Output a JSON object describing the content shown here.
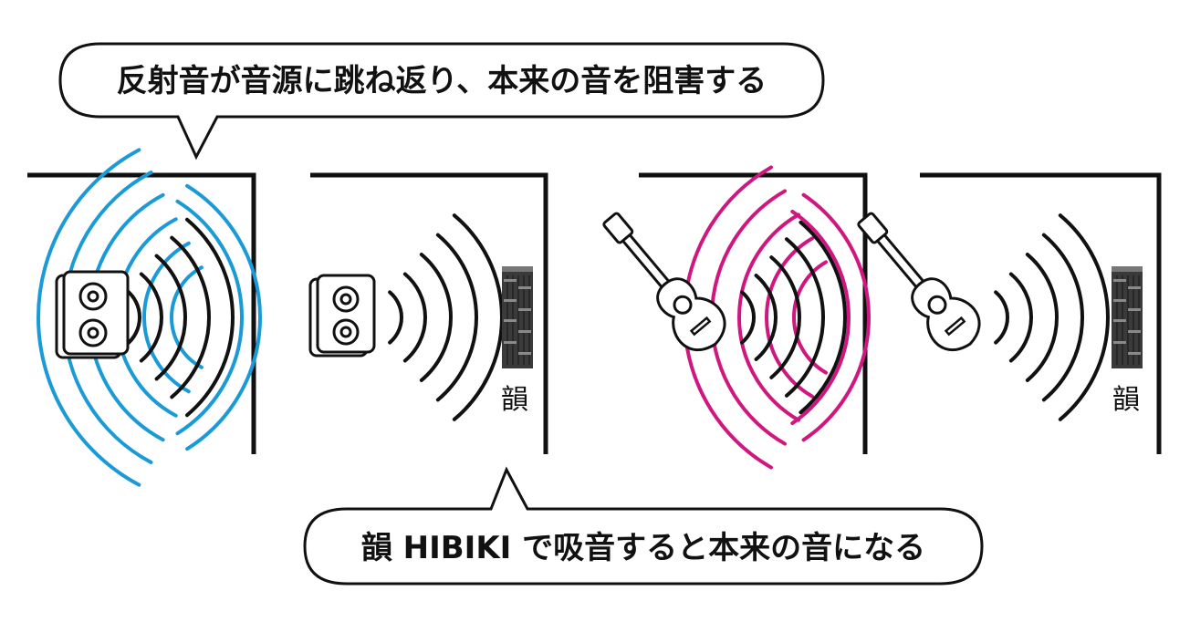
{
  "callouts": {
    "top": "反射音が音源に跳ね返り、本来の音を阻害する",
    "bottom": "韻 HIBIKI で吸音すると本来の音になる"
  },
  "panels": [
    {
      "source": "speaker-icon",
      "reflections": true,
      "absorber": false
    },
    {
      "source": "speaker-icon",
      "reflections": false,
      "absorber": true,
      "absorber_label": "韻"
    },
    {
      "source": "guitar-icon",
      "reflections": true,
      "absorber": false
    },
    {
      "source": "guitar-icon",
      "reflections": false,
      "absorber": true,
      "absorber_label": "韻"
    }
  ],
  "colors": {
    "wall": "#111111",
    "direct_wave": "#111111",
    "reflection_speaker": "#1a9ad6",
    "reflection_guitar": "#d0177f"
  }
}
